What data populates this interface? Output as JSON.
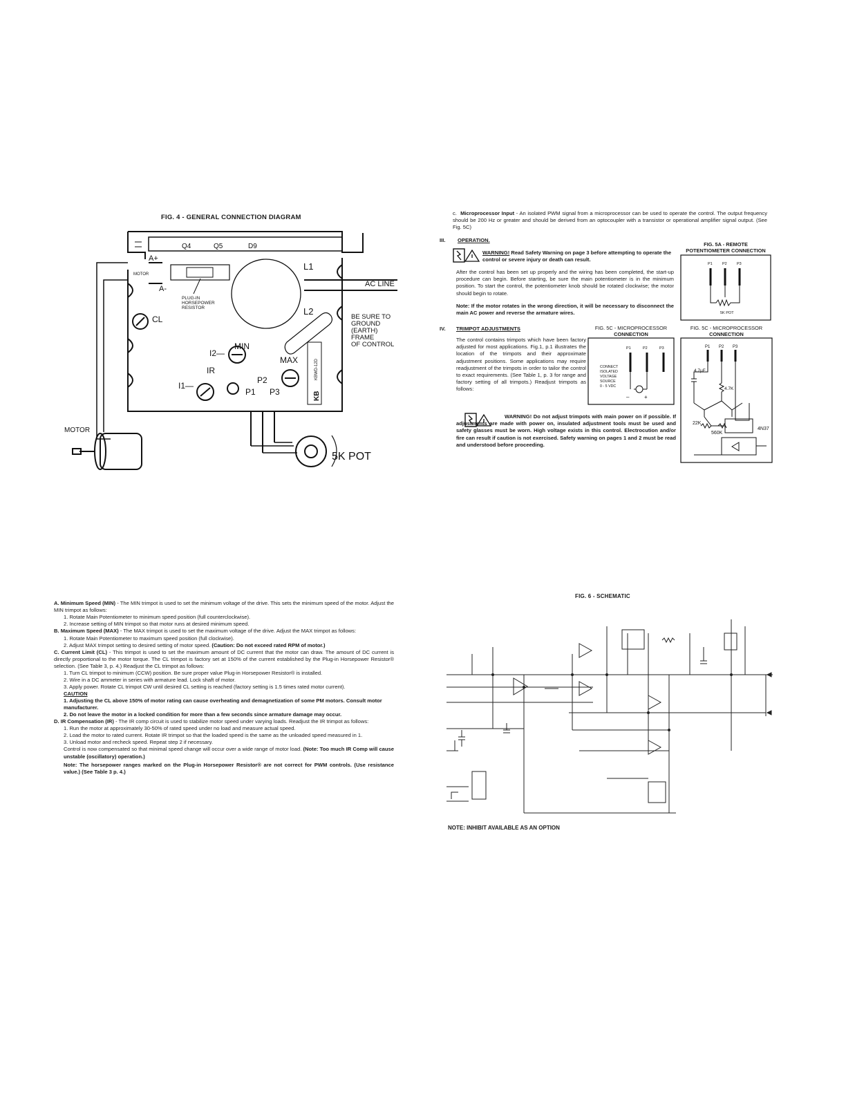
{
  "fig4": {
    "title": "FIG. 4 - GENERAL CONNECTION DIAGRAM",
    "labels": {
      "q4": "Q4",
      "q5": "Q5",
      "d9": "D9",
      "a_plus": "A+",
      "a_minus": "A-",
      "motor_small": "MOTOR",
      "plugin": "PLUG-IN",
      "horsepower": "HORSEPOWER",
      "resistor": "RESISTOR",
      "l1": "L1",
      "l2": "L2",
      "ac_line": "AC LINE",
      "ground1": "BE SURE TO",
      "ground2": "GROUND",
      "ground3": "(EARTH)",
      "ground4": "FRAME",
      "ground5": "OF CONTROL",
      "cl": "CL",
      "min": "MIN",
      "i2": "I2—",
      "ir": "IR",
      "max": "MAX",
      "i1": "I1—",
      "p1": "P1",
      "p2": "P2",
      "p3": "P3",
      "kb": "KB",
      "model": "KBWD-12D",
      "motor": "MOTOR",
      "pot": "5K POT"
    }
  },
  "right_top": {
    "c_label": "c.",
    "c_title": "Microprocessor Input",
    "c_text": " - An isolated PWM signal from a microprocessor can be used to operate the control. The output frequency should be 200 Hz or greater and should be derived from an optocoupler with a transistor or operational amplifier signal output. (See Fig. 5C)",
    "sec3_num": "III.",
    "sec3_title": "OPERATION.",
    "warn1_head": "WARNING!",
    "warn1_text": " Read Safety Warning on page 3 before attempting to operate the control or severe injury or death can result.",
    "op_text": "After the control has been set up properly and the wiring has been completed, the start-up procedure can begin. Before starting, be sure the main potentiometer is in the minimum position. To start the control, the potentiometer knob should be rotated clockwise; the motor should begin to rotate.",
    "note_text": "Note: If the motor rotates in the wrong direction, it will be necessary to disconnect the main AC power and reverse the armature wires.",
    "sec4_num": "IV.",
    "sec4_title": "TRIMPOT ADJUSTMENTS",
    "trim_text": "The control contains trimpots which have been factory adjusted for most applications. Fig.1, p.1 illustrates the location of the trimpots and their approximate adjustment positions. Some applications may require readjustment of the trimpots in order to tailor the control to exact requirements. (See Table 1, p. 3 for range and factory setting of all trimpots.) Readjust trimpots as follows:",
    "warn2_text": "WARNING! Do not adjust trimpots with main power on if possible. If adjustments are made with power on, insulated adjustment tools must be used and safety glasses must be worn. High voltage exists in this control. Electrocution and/or fire can result if caution is not exercised. Safety warning on pages 1 and 2 must be read and understood before proceeding.",
    "fig5a_title1": "FIG. 5A - REMOTE",
    "fig5a_title2": "POTENTIOMETER CONNECTION",
    "fig5a_pot": "5K POT",
    "fig5c_mid_title1": "FIG. 5C - MICROPROCESSOR",
    "fig5c_mid_title2": "CONNECTION",
    "fig5c_right_title1": "FIG. 5C - MICROPROCESSOR",
    "fig5c_right_title2": "CONNECTION",
    "connect_lines": [
      "CONNECT",
      "ISOLATED",
      "VOLTAGE",
      "SOURCE",
      "0 - 5 VDC"
    ],
    "p1": "P1",
    "p2": "P2",
    "p3": "P3",
    "cap": "4.7μF",
    "r47k": "4.7K",
    "r22k": "22K",
    "r560k": "560K",
    "opto": "4N37"
  },
  "bottom_left": {
    "a_head": "A. Minimum Speed (MIN)",
    "a_text": " - The MIN trimpot is used to set the minimum voltage of the drive. This sets the minimum speed of the motor. Adjust the MIN trimpot as follows:",
    "a_items": [
      "1. Rotate Main Potentiometer to minimum speed position (full counterclockwise).",
      "2. Increase setting of MIN trimpot so that motor runs at desired minimum speed."
    ],
    "b_head": "B. Maximum Speed (MAX)",
    "b_text": " - The MAX trimpot is used to set the maximum voltage of the drive. Adjust the MAX trimpot as follows:",
    "b_item1": "1. Rotate Main Potentiometer to maximum speed position (full clockwise).",
    "b_item2": "2. Adjust MAX trimpot setting to desired setting of motor speed. ",
    "b_item2_bold": "(Caution: Do not exceed rated RPM of motor.)",
    "c_head": "C. Current Limit (CL)",
    "c_text": " - This trimpot is used to set the maximum amount of DC current that the motor can draw. The amount of DC current is directly proportional to the motor torque. The CL trimpot is factory set at 150% of the current established by the Plug-in Horsepower Resistor® selection. (See Table 3, p. 4.) Readjust the CL trimpot as follows:",
    "c_items": [
      "1. Turn CL trimpot to minimum (CCW) position. Be sure proper value Plug-in Horsepower Resistor® is installed.",
      "2. Wire in a DC ammeter in series with armature lead. Lock shaft of motor.",
      "3. Apply power. Rotate CL trimpot CW until desired CL setting is reached (factory setting is 1.5 times rated motor current)."
    ],
    "caution": "CAUTION",
    "caution_1": "1. Adjusting the CL above 150% of motor rating can cause overheating and demagnetization of some PM motors. Consult motor manufacturer.",
    "caution_2": "2. Do not leave the motor in a locked condition for more than a few seconds since armature damage may occur.",
    "d_head": "D. IR Compensation (IR)",
    "d_text": " - The IR comp circuit is used to stabilize motor speed under varying loads. Readjust the IR trimpot as follows:",
    "d_items": [
      "1. Run the motor at approximately 30-50% of rated speed under no load and measure actual speed.",
      "2. Load the motor to rated current. Rotate IR trimpot so that the loaded speed is the same as the unloaded speed measured in 1.",
      "3. Unload motor and recheck speed. Repeat step 2 if necessary."
    ],
    "comp_text": "Control is now compensated so that minimal speed change will occur over a wide range of motor load. ",
    "comp_bold": "(Note: Too much IR Comp will cause unstable (oscillatory) operation.)",
    "note_final": "Note: The horsepower ranges marked on the Plug-in Horsepower Resistor® are not correct for PWM controls. (Use resistance value.) (See Table 3 p. 4.)"
  },
  "fig6": {
    "title": "FIG. 6 - SCHEMATIC",
    "note": "NOTE: INHIBIT AVAILABLE AS AN OPTION"
  }
}
